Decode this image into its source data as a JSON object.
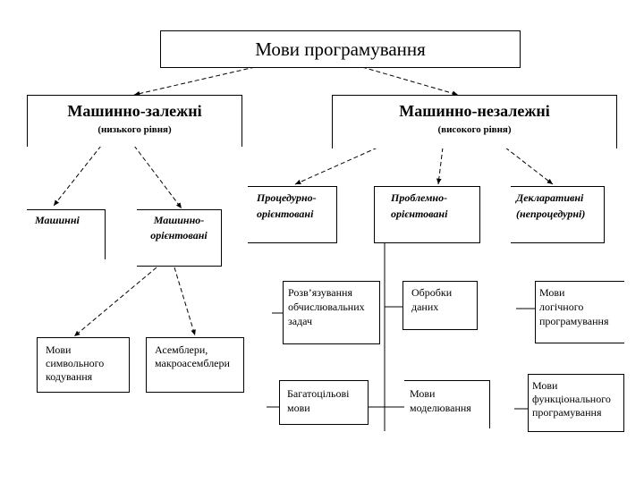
{
  "diagram": {
    "root": "Мови програмування",
    "machine_dependent": {
      "title": "Машинно-залежні",
      "subtitle": "(низького рівня)",
      "machine": "Машинні",
      "oriented": [
        "Машинно-",
        "орієнтовані"
      ],
      "symbolic": [
        "Мови",
        "символьного",
        "кодування"
      ],
      "assemblers": [
        "Асемблери,",
        "макроасемблери"
      ]
    },
    "machine_independent": {
      "title": "Машинно-незалежні",
      "subtitle": "(високого рівня)",
      "procedural": [
        "Процедурно-",
        "орієнтовані"
      ],
      "problem": [
        "Проблемно-",
        "орієнтовані"
      ],
      "declarative": [
        "Декларативні",
        "(непроцедурні)"
      ],
      "computational": [
        "Розв’язування",
        "обчислювальних",
        "задач"
      ],
      "data_processing": [
        "Обробки",
        "даних"
      ],
      "multipurpose": [
        "Багатоцільові",
        "мови"
      ],
      "modeling": [
        "Мови",
        "моделювання"
      ],
      "logic": [
        "Мови",
        "логічного",
        "програмування"
      ],
      "functional": [
        "Мови",
        "функціонального",
        "програмування"
      ]
    }
  }
}
